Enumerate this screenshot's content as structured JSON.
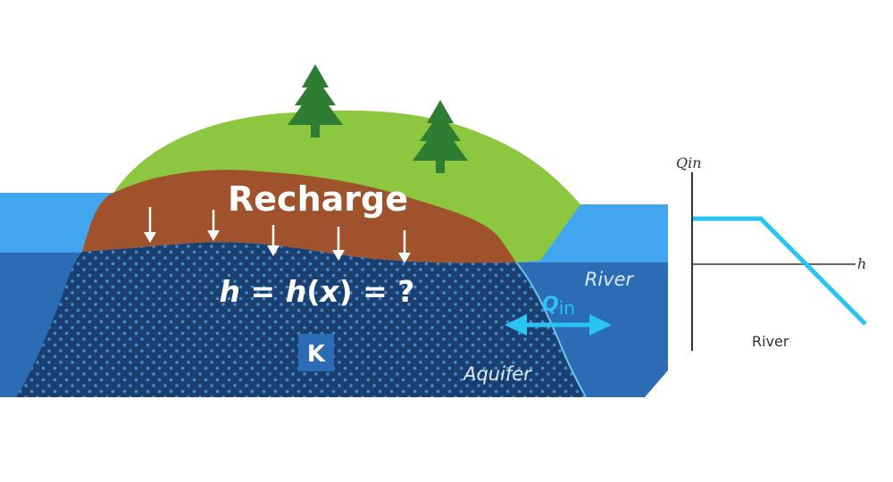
{
  "labels": {
    "recharge": "Recharge",
    "head_eq_h1": "h",
    "head_eq_mid": " = ",
    "head_eq_h2": "h",
    "head_eq_paren_open": "(",
    "head_eq_x": "x",
    "head_eq_tail": ") = ?",
    "conductivity": "K",
    "river": "River",
    "aquifer": "Aquifer",
    "flux_q": "Q",
    "flux_sub": "in"
  },
  "boundary_graph": {
    "y_axis_label": "Qin",
    "x_axis_label": "h",
    "caption": "River"
  },
  "colors": {
    "surface_water": "#42a5f0",
    "deep_water": "#2b6cb5",
    "aquifer": "#1b3f6f",
    "aquifer_dots": "#3f8fd8",
    "soil": "#a0522d",
    "grass": "#8dc63f",
    "tree": "#2e7d32",
    "flux_arrow": "#29c4f2",
    "graph_line": "#29c4f2"
  }
}
